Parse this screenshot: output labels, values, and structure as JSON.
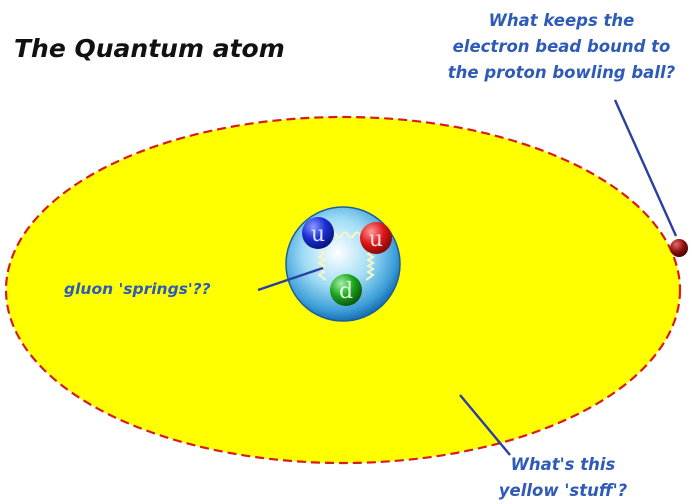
{
  "title": "The Quantum atom",
  "question_binding": {
    "lines": [
      "What keeps the",
      "electron bead bound to",
      "the proton bowling ball?"
    ]
  },
  "label_gluon": "gluon 'springs'??",
  "question_stuff": {
    "lines": [
      "What's this",
      "yellow 'stuff'?"
    ]
  },
  "quarks": [
    {
      "letter": "u",
      "color": "#1a2fd6"
    },
    {
      "letter": "u",
      "color": "#e01818"
    },
    {
      "letter": "d",
      "color": "#1fa61f"
    }
  ],
  "colors": {
    "cloud_fill": "#ffff00",
    "orbit_dash": "#d81b1b",
    "annotation_text": "#2f5bb8",
    "pointer_line": "#2b3f9f",
    "electron": "#8b0f0f"
  }
}
